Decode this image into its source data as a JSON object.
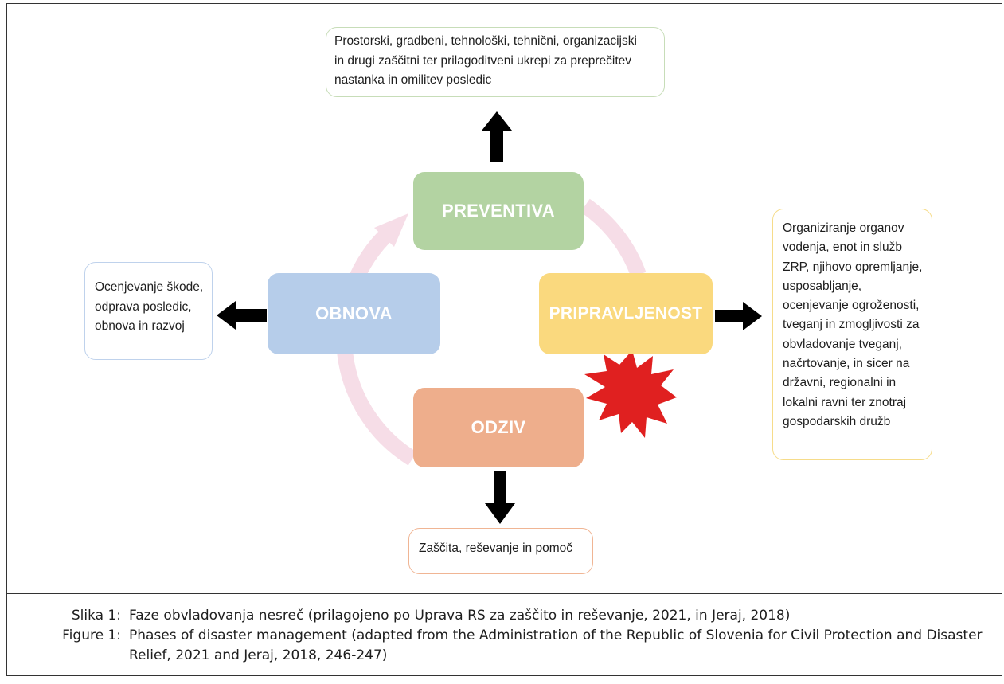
{
  "phases": {
    "preventiva": "PREVENTIVA",
    "obnova": "OBNOVA",
    "pripravljenost": "PRIPRAVLJENOST",
    "odziv": "ODZIV"
  },
  "boxes": {
    "preventiva": [
      "Prostorski, gradbeni, tehnološki, tehnični, organizacijski",
      "in drugi zaščitni ter prilagoditveni ukrepi za preprečitev",
      "nastanka in omilitev posledic"
    ],
    "obnova": [
      "Ocenjevanje škode,",
      "odprava posledic,",
      "obnova in razvoj"
    ],
    "pripravljenost": [
      "Organiziranje organov",
      "vodenja, enot in služb",
      "ZRP, njihovo opremljanje,",
      "usposabljanje,",
      "ocenjevanje ogroženosti,",
      "tveganj in zmogljivosti za",
      "obvladovanje tveganj,",
      "načrtovanje, in sicer na",
      "državni, regionalni in",
      "lokalni ravni ter znotraj",
      "gospodarskih družb"
    ],
    "odziv": [
      "Zaščita, reševanje in pomoč"
    ]
  },
  "caption": {
    "sl_label": "Slika 1:",
    "sl_text": "Faze obvladovanja nesreč (prilagojeno po Uprava RS za zaščito in reševanje, 2021, in Jeraj, 2018)",
    "en_label": "Figure 1:",
    "en_text": "Phases of disaster management (adapted from the Administration of the Republic of Slovenia for Civil Protection and Disaster Relief, 2021 and Jeraj, 2018, 246-247)"
  },
  "colors": {
    "preventiva": "#b3d3a2",
    "obnova": "#b6cdea",
    "pripravljenost": "#fad97e",
    "odziv": "#eeae8c",
    "cycle_ring": "#f6dde7",
    "burst": "#e02020",
    "arrow": "#000000"
  }
}
